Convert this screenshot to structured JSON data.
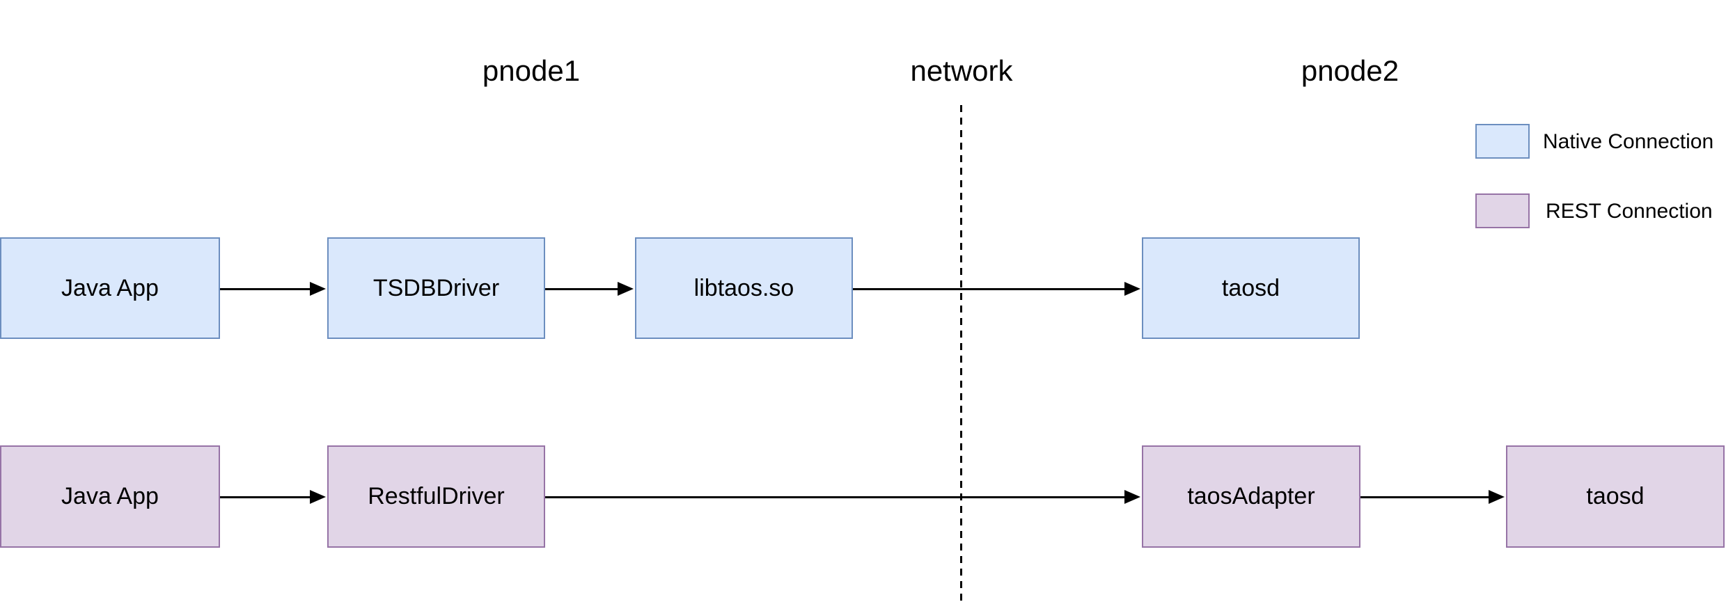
{
  "diagram": {
    "titles": {
      "pnode1": "pnode1",
      "network": "network",
      "pnode2": "pnode2"
    },
    "native_row": {
      "connection_type": "Native Connection",
      "nodes": [
        {
          "label": "Java App"
        },
        {
          "label": "TSDBDriver"
        },
        {
          "label": "libtaos.so"
        },
        {
          "label": "taosd"
        }
      ]
    },
    "rest_row": {
      "connection_type": "REST Connection",
      "nodes": [
        {
          "label": "Java App"
        },
        {
          "label": "RestfulDriver"
        },
        {
          "label": "taosAdapter"
        },
        {
          "label": "taosd"
        }
      ]
    },
    "legend": {
      "items": [
        {
          "label": "Native Connection",
          "fill": "#dae8fc",
          "stroke": "#6c8ebf"
        },
        {
          "label": "REST Connection",
          "fill": "#e1d5e7",
          "stroke": "#9673a6"
        }
      ]
    },
    "colors": {
      "native_fill": "#dae8fc",
      "native_stroke": "#6c8ebf",
      "rest_fill": "#e1d5e7",
      "rest_stroke": "#9673a6",
      "arrow": "#000000",
      "background": "#ffffff"
    }
  }
}
